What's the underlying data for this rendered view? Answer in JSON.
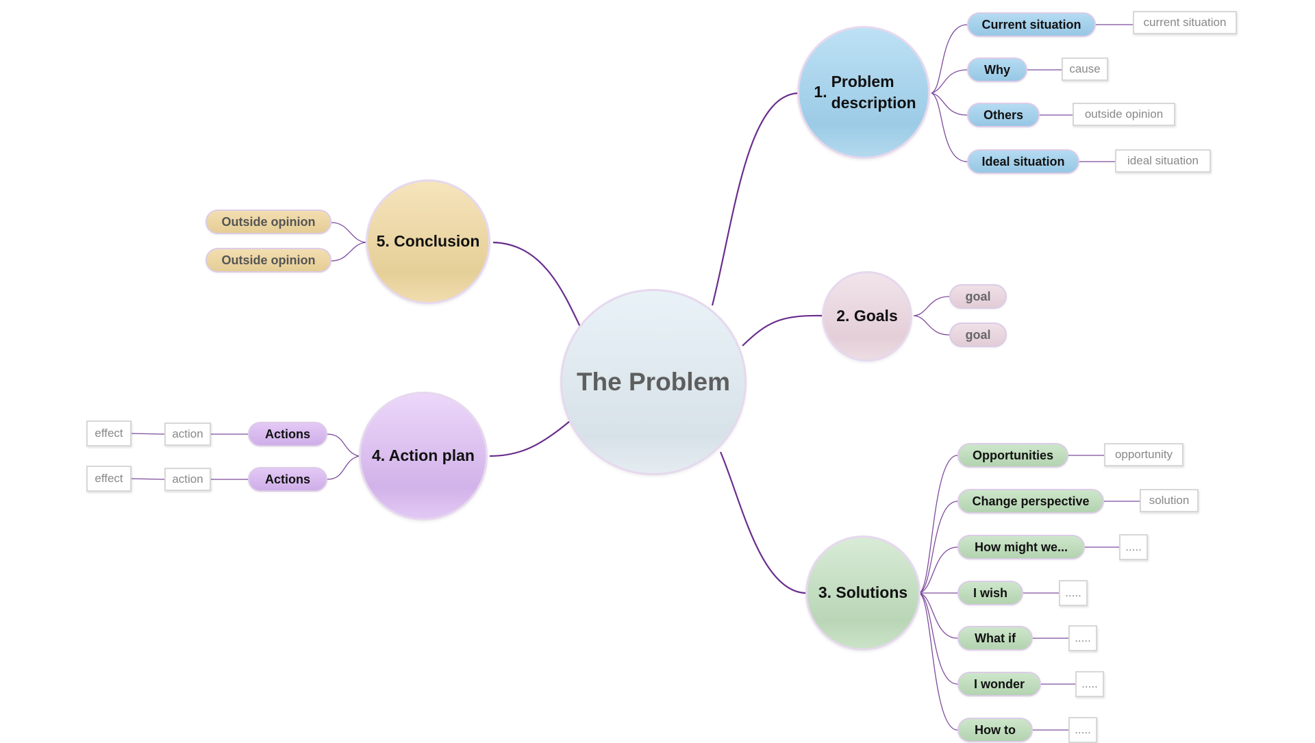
{
  "central": "The Problem",
  "topics": {
    "problem": {
      "number": "1.",
      "label": "Problem description",
      "children": [
        {
          "label": "Current situation",
          "note": "current situation"
        },
        {
          "label": "Why",
          "note": "cause"
        },
        {
          "label": "Others",
          "note": "outside opinion"
        },
        {
          "label": "Ideal situation",
          "note": "ideal situation"
        }
      ]
    },
    "goals": {
      "label": "2. Goals",
      "children": [
        "goal",
        "goal"
      ]
    },
    "solutions": {
      "label": "3. Solutions",
      "children": [
        {
          "label": "Opportunities",
          "note": "opportunity"
        },
        {
          "label": "Change perspective",
          "note": "solution"
        },
        {
          "label": "How might we...",
          "note": "....."
        },
        {
          "label": "I wish",
          "note": "....."
        },
        {
          "label": "What if",
          "note": "....."
        },
        {
          "label": "I wonder",
          "note": "....."
        },
        {
          "label": "How to",
          "note": "....."
        }
      ]
    },
    "action_plan": {
      "label": "4. Action plan",
      "children": [
        {
          "label": "Actions",
          "action": "action",
          "effect": "effect"
        },
        {
          "label": "Actions",
          "action": "action",
          "effect": "effect"
        }
      ]
    },
    "conclusion": {
      "label": "5. Conclusion",
      "children": [
        "Outside opinion",
        "Outside opinion"
      ]
    }
  },
  "colors": {
    "connector": "#6a2d8c",
    "problem": "#a7d3ec",
    "goals": "#e8d5de",
    "solutions": "#c2dcbf",
    "action_plan": "#dbc0ef",
    "conclusion": "#ecd7a4"
  }
}
